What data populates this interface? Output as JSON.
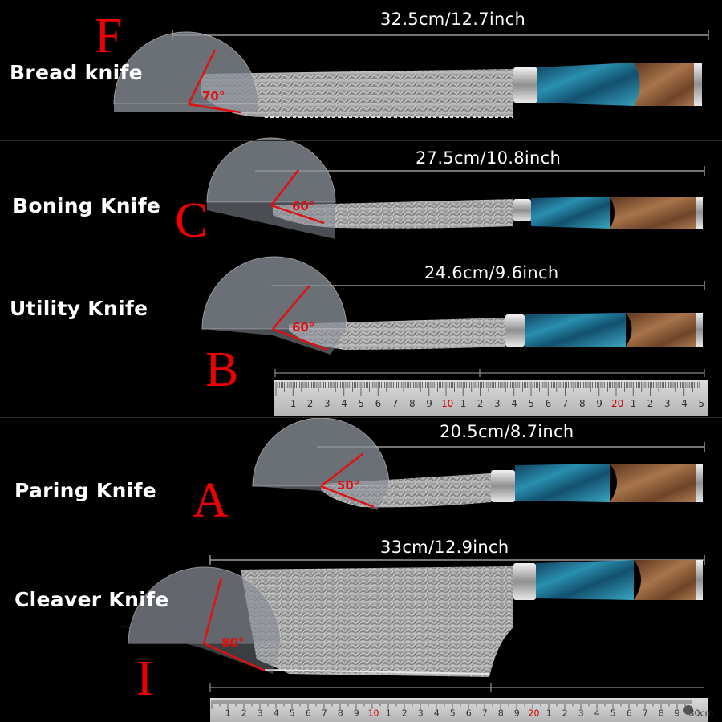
{
  "knives": [
    {
      "letter": "F",
      "name": "Bread knife",
      "length": "32.5cm/12.7inch",
      "angle": "70°"
    },
    {
      "letter": "C",
      "name": "Boning Knife",
      "length": "27.5cm/10.8inch",
      "angle": "60°"
    },
    {
      "letter": "B",
      "name": "Utility Knife",
      "length": "24.6cm/9.6inch",
      "angle": "60°"
    },
    {
      "letter": "A",
      "name": "Paring Knife",
      "length": "20.5cm/8.7inch",
      "angle": "50°"
    },
    {
      "letter": "I",
      "name": "Cleaver Knife",
      "length": "33cm/12.9inch",
      "angle": "80°"
    }
  ],
  "ruler_upper_labels": [
    "1",
    "2",
    "3",
    "4",
    "5",
    "6",
    "7",
    "8",
    "9",
    "10",
    "1",
    "2",
    "3",
    "4",
    "5",
    "6",
    "7",
    "8",
    "9",
    "20",
    "1",
    "2",
    "3",
    "4",
    "5"
  ],
  "ruler_lower_labels": [
    "1",
    "2",
    "3",
    "4",
    "5",
    "6",
    "7",
    "8",
    "9",
    "10",
    "1",
    "2",
    "3",
    "4",
    "5",
    "6",
    "7",
    "8",
    "9",
    "20",
    "1",
    "2",
    "3",
    "4",
    "5",
    "6",
    "7",
    "8",
    "9",
    "30cm"
  ],
  "colors": {
    "background": "#000000",
    "letter": "#e00000",
    "angle_line": "#e01010",
    "handle_resin": "#1e6f8c",
    "handle_wood": "#8a5a36",
    "blade": "#a9a9a9"
  }
}
